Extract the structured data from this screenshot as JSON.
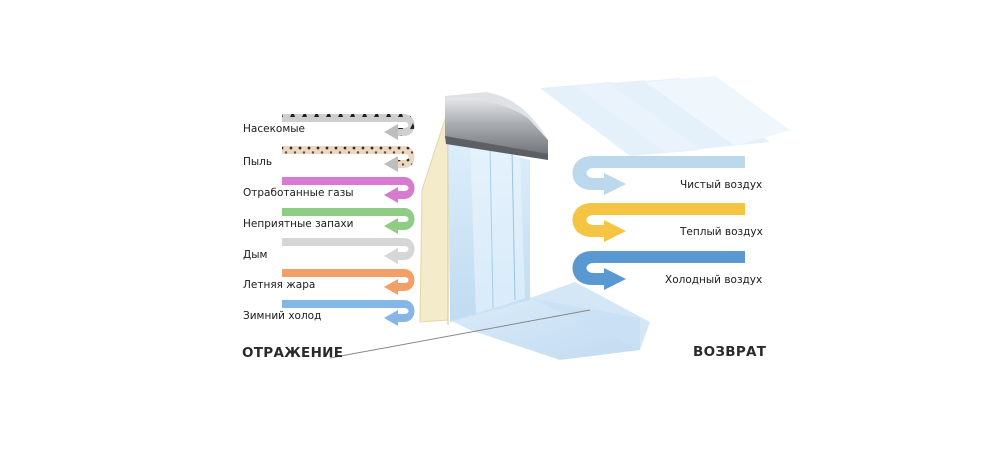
{
  "reflection": {
    "caption": "ОТРАЖЕНИЕ",
    "items": [
      {
        "label": "Насекомые",
        "color": "#c8c8c8",
        "pattern": "insects"
      },
      {
        "label": "Пыль",
        "color": "#e8d4c0",
        "pattern": "dust"
      },
      {
        "label": "Отработанные газы",
        "color": "#d87ad0"
      },
      {
        "label": "Неприятные запахи",
        "color": "#8fcc84"
      },
      {
        "label": "Дым",
        "color": "#d6d6d6"
      },
      {
        "label": "Летняя жара",
        "color": "#f2a068"
      },
      {
        "label": "Зимний холод",
        "color": "#86b6e6"
      }
    ]
  },
  "return": {
    "caption": "ВОЗВРАТ",
    "items": [
      {
        "label": "Чистый воздух",
        "color": "#bcd8ec"
      },
      {
        "label": "Теплый воздух",
        "color": "#f5c443"
      },
      {
        "label": "Холодный воздух",
        "color": "#5a98d2"
      }
    ]
  },
  "colors": {
    "curtain_metal": "#9a9ea3",
    "air_stream": "#b9d9f2",
    "wall": "#f1e9c8"
  }
}
